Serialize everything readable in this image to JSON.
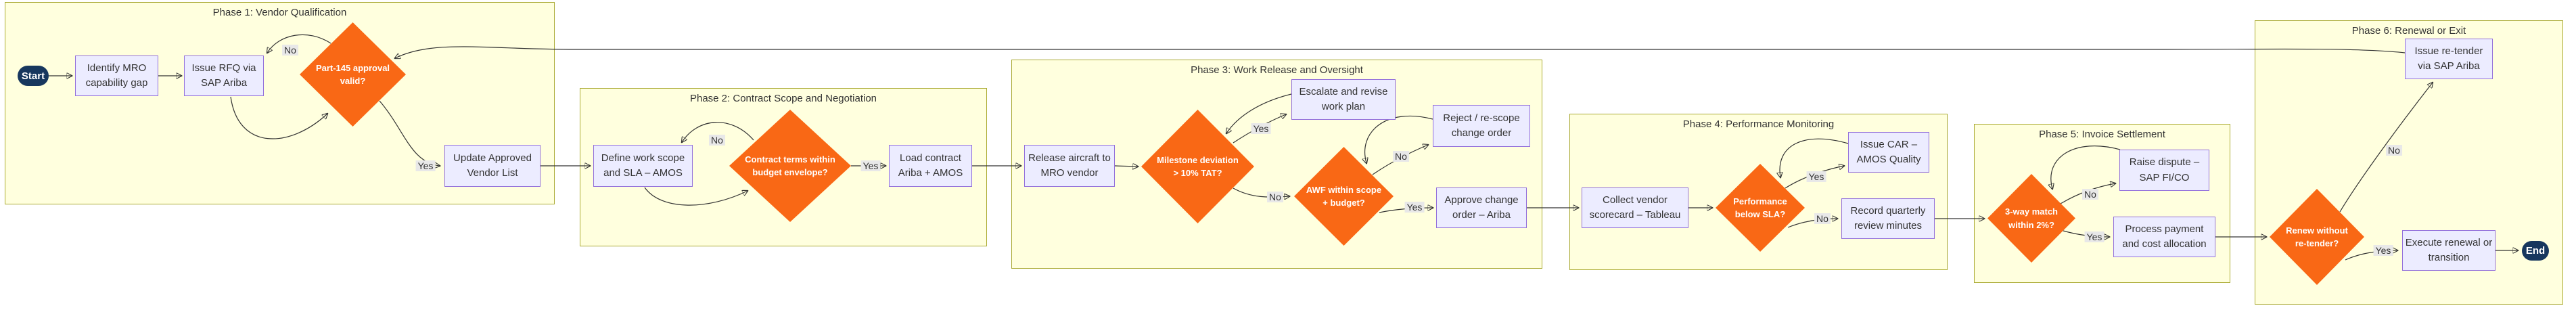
{
  "diagram": {
    "type": "flowchart",
    "phases": [
      {
        "title": "Phase 1: Vendor Qualification",
        "nodes": [
          {
            "label": "Identify MRO capability gap"
          },
          {
            "label": "Issue RFQ via SAP Ariba"
          },
          {
            "label": "Part-145 approval valid?",
            "shape": "decision"
          },
          {
            "label": "Update Approved Vendor List"
          }
        ]
      },
      {
        "title": "Phase 2: Contract Scope and Negotiation",
        "nodes": [
          {
            "label": "Define work scope and SLA – AMOS"
          },
          {
            "label": "Contract terms within budget envelope?",
            "shape": "decision"
          },
          {
            "label": "Load contract Ariba + AMOS"
          }
        ]
      },
      {
        "title": "Phase 3: Work Release and Oversight",
        "nodes": [
          {
            "label": "Release aircraft to MRO vendor"
          },
          {
            "label": "Milestone deviation > 10% TAT?",
            "shape": "decision"
          },
          {
            "label": "Escalate and revise work plan"
          },
          {
            "label": "AWF within scope + budget?",
            "shape": "decision"
          },
          {
            "label": "Reject / re-scope change order"
          },
          {
            "label": "Approve change order – Ariba"
          }
        ]
      },
      {
        "title": "Phase 4: Performance Monitoring",
        "nodes": [
          {
            "label": "Collect vendor scorecard – Tableau"
          },
          {
            "label": "Performance below SLA?",
            "shape": "decision"
          },
          {
            "label": "Issue CAR – AMOS Quality"
          },
          {
            "label": "Record quarterly review minutes"
          }
        ]
      },
      {
        "title": "Phase 5: Invoice Settlement",
        "nodes": [
          {
            "label": "3-way match within 2%?",
            "shape": "decision"
          },
          {
            "label": "Raise dispute – SAP FI/CO"
          },
          {
            "label": "Process payment and cost allocation"
          }
        ]
      },
      {
        "title": "Phase 6: Renewal or Exit",
        "nodes": [
          {
            "label": "Renew without re-tender?",
            "shape": "decision"
          },
          {
            "label": "Issue re-tender via SAP Ariba"
          },
          {
            "label": "Execute renewal or transition"
          }
        ]
      }
    ],
    "terminals": {
      "start": "Start",
      "end": "End"
    },
    "edge_labels": {
      "p1_no": "No",
      "p1_yes": "Yes",
      "p2_no": "No",
      "p2_yes": "Yes",
      "p3_yes": "Yes",
      "p3_no": "No",
      "p3b_no": "No",
      "p3b_yes": "Yes",
      "p4_yes": "Yes",
      "p4_no": "No",
      "p5_no": "No",
      "p5_yes": "Yes",
      "p6_no": "No",
      "p6_yes": "Yes"
    },
    "colors": {
      "phase_fill": "#ffffde",
      "phase_border": "#aaaa33",
      "step_fill": "#ececff",
      "step_border": "#9370db",
      "decision_fill": "#f96815",
      "decision_text": "#ffffff",
      "terminal_fill": "#17375e",
      "terminal_text": "#ffffff",
      "edge_label_bg": "#e8e8e8",
      "line": "#333333"
    }
  }
}
